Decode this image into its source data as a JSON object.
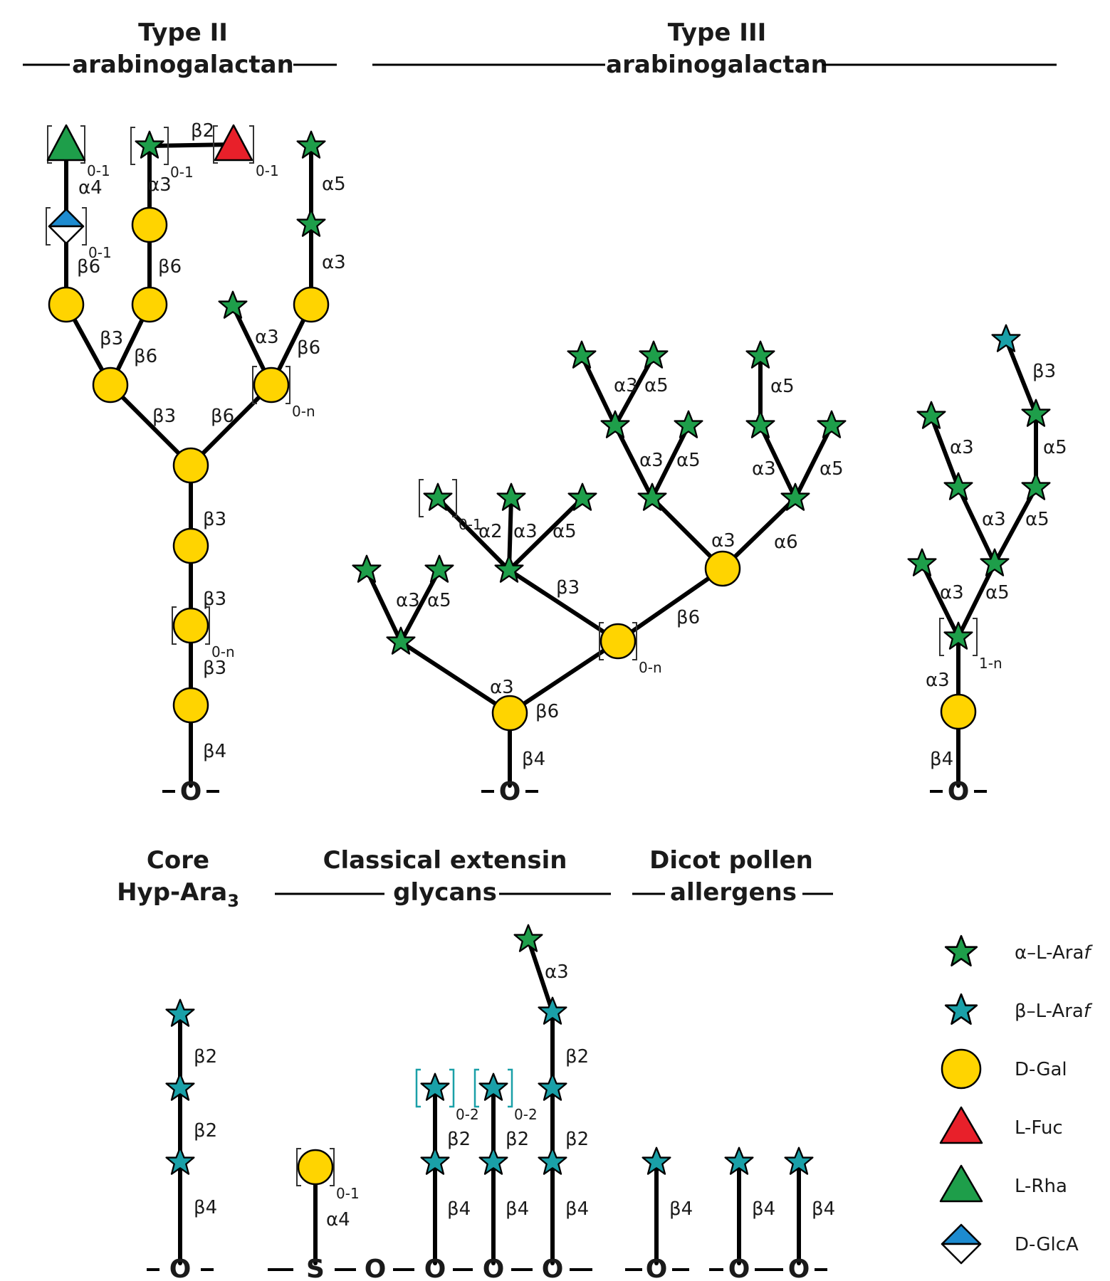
{
  "titles": {
    "type2_line1": "Type II",
    "type2_line2": "arabinogalactan",
    "type3_line1": "Type III",
    "type3_line2": "arabinogalactan",
    "core_line1": "Core",
    "core_line2_main": "Hyp-Ara",
    "core_line2_sub": "3",
    "extensin_line1": "Classical extensin",
    "extensin_line2": "glycans",
    "pollen_line1": "Dicot pollen",
    "pollen_line2": "allergens"
  },
  "colors": {
    "ara_alpha": "#1e9e4a",
    "ara_beta": "#1aa0a8",
    "gal": "#ffd400",
    "fuc": "#e8202a",
    "rha": "#1e9e4a",
    "glca": "#1d8bd0"
  },
  "legend": [
    {
      "symbol": "green-star",
      "label_pre": "α–L-Ara",
      "label_it": "f"
    },
    {
      "symbol": "teal-star",
      "label_pre": "β–L-Ara",
      "label_it": "f"
    },
    {
      "symbol": "yellow-circle",
      "label_pre": "D-Gal",
      "label_it": ""
    },
    {
      "symbol": "red-triangle",
      "label_pre": "L-Fuc",
      "label_it": ""
    },
    {
      "symbol": "green-triangle",
      "label_pre": "L-Rha",
      "label_it": ""
    },
    {
      "symbol": "glca-diamond",
      "label_pre": "D-GlcA",
      "label_it": ""
    }
  ],
  "anchors": {
    "o": "O",
    "s": "S"
  },
  "linkages": {
    "a2": "α2",
    "a3": "α3",
    "a4": "α4",
    "a5": "α5",
    "a6": "α6",
    "b2": "β2",
    "b3": "β3",
    "b4": "β4",
    "b6": "β6"
  },
  "repeats": {
    "r01": "0-1",
    "r0n": "0-n",
    "r1n": "1-n",
    "r02": "0-2"
  }
}
